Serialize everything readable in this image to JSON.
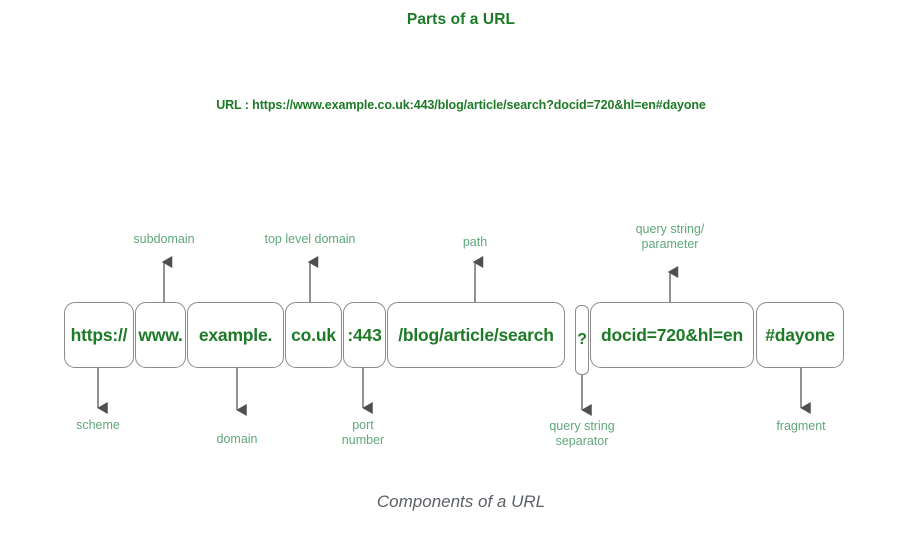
{
  "page": {
    "title": "Parts of a URL",
    "url_line": "URL : https://www.example.co.uk:443/blog/article/search?docid=720&hl=en#dayone",
    "caption": "Components of a URL"
  },
  "colors": {
    "title_green": "#1d7a26",
    "segment_text_green": "#1d7a26",
    "label_green": "#5fa87a",
    "box_border": "#8c8c8c",
    "arrow": "#55595c",
    "caption_gray": "#5c6166",
    "background": "#ffffff"
  },
  "segments": [
    {
      "id": "scheme",
      "text": "https://",
      "label": "scheme",
      "label_position": "below"
    },
    {
      "id": "subdomain",
      "text": "www.",
      "label": "subdomain",
      "label_position": "above"
    },
    {
      "id": "domain",
      "text": "example.",
      "label": "domain",
      "label_position": "below"
    },
    {
      "id": "top-level-domain",
      "text": "co.uk",
      "label": "top level domain",
      "label_position": "above"
    },
    {
      "id": "port-number",
      "text": ":443",
      "label": "port\nnumber",
      "label_position": "below"
    },
    {
      "id": "path",
      "text": "/blog/article/search",
      "label": "path",
      "label_position": "above"
    },
    {
      "id": "query-separator",
      "text": "?",
      "label": "query string\nseparator",
      "label_position": "below"
    },
    {
      "id": "query-string",
      "text": "docid=720&hl=en",
      "label": "query string/\nparameter",
      "label_position": "above"
    },
    {
      "id": "fragment",
      "text": "#dayone",
      "label": "fragment",
      "label_position": "below"
    }
  ],
  "labels": {
    "scheme": "scheme",
    "subdomain": "subdomain",
    "domain": "domain",
    "top_level_domain": "top level domain",
    "port_number_line1": "port",
    "port_number_line2": "number",
    "path": "path",
    "query_separator_line1": "query string",
    "query_separator_line2": "separator",
    "query_string_line1": "query string/",
    "query_string_line2": "parameter",
    "fragment": "fragment"
  }
}
